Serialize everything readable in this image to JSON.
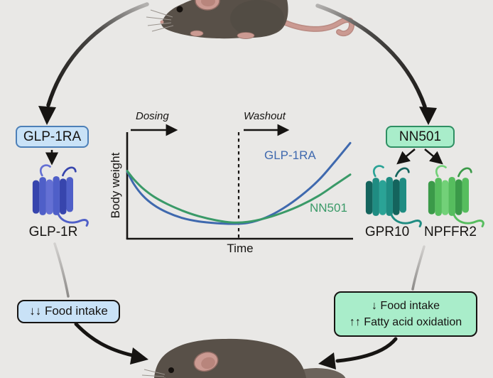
{
  "colors": {
    "background": "#e9e8e6",
    "ink": "#161412",
    "glp1ra_box_fill": "#c9e2f7",
    "glp1ra_box_border": "#4d80b8",
    "nn501_box_fill": "#a9edca",
    "nn501_box_border": "#2f8f63",
    "blue_receptor": "#4f5fc8",
    "blue_receptor_dark": "#3745ad",
    "blue_receptor_mid": "#6470d4",
    "teal_receptor": "#1f8c82",
    "teal_receptor_dark": "#14645d",
    "teal_receptor_mid": "#2aa396",
    "green_receptor": "#56bd5e",
    "green_receptor_dark": "#3b9a49",
    "green_receptor_mid": "#72d178",
    "mouse_body": "#585048",
    "mouse_pink": "#cb9a92"
  },
  "left_pathway": {
    "drug": "GLP-1RA",
    "receptor": "GLP-1R",
    "effect": "↓↓ Food intake"
  },
  "right_pathway": {
    "drug": "NN501",
    "receptor1": "GPR10",
    "receptor2": "NPFFR2",
    "effect_line1": "↓ Food intake",
    "effect_line2": "↑↑ Fatty acid oxidation"
  },
  "chart_data": {
    "type": "line",
    "xlabel": "Time",
    "ylabel": "Body weight",
    "phase_labels": [
      "Dosing",
      "Washout"
    ],
    "phase_divider_x": 0.5,
    "axes_quantitative": false,
    "x": [
      0,
      0.03,
      0.07,
      0.12,
      0.18,
      0.25,
      0.32,
      0.4,
      0.47,
      0.54,
      0.62,
      0.7,
      0.78,
      0.86,
      0.93,
      1.0
    ],
    "series": [
      {
        "name": "GLP-1RA",
        "color": "#3f69ae",
        "values": [
          0.64,
          0.52,
          0.41,
          0.32,
          0.25,
          0.195,
          0.165,
          0.148,
          0.142,
          0.15,
          0.2,
          0.29,
          0.41,
          0.56,
          0.73,
          0.91
        ]
      },
      {
        "name": "NN501",
        "color": "#3a9a68",
        "values": [
          0.645,
          0.565,
          0.48,
          0.4,
          0.33,
          0.265,
          0.215,
          0.175,
          0.155,
          0.16,
          0.195,
          0.25,
          0.32,
          0.41,
          0.51,
          0.61
        ]
      }
    ]
  }
}
